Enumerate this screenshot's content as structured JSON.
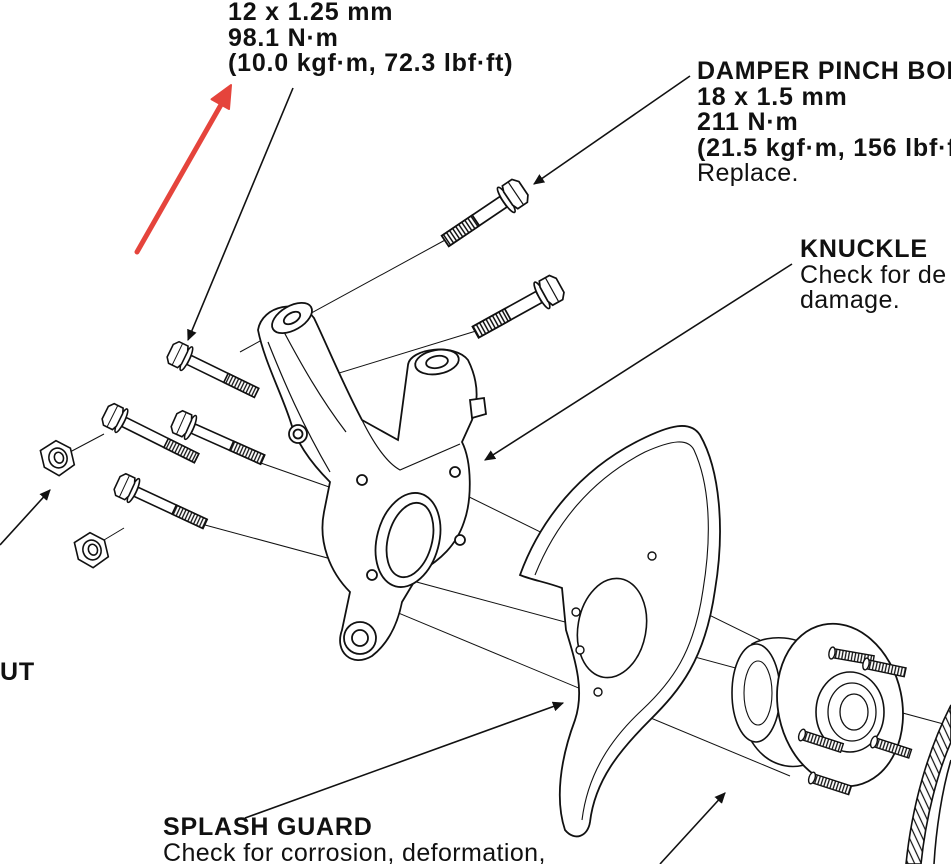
{
  "labels": {
    "top_bolt": {
      "size": "12 x 1.25 mm",
      "torque_nm": "98.1 N·m",
      "torque_alt": "(10.0 kgf·m, 72.3 lbf·ft)"
    },
    "damper_pinch_bolt": {
      "title": "DAMPER PINCH BOL",
      "size": "18 x 1.5 mm",
      "torque_nm": "211 N·m",
      "torque_alt": "(21.5 kgf·m, 156 lbf·f",
      "note": "Replace."
    },
    "knuckle": {
      "title": "KNUCKLE",
      "note_line1": "Check for de",
      "note_line2": "damage."
    },
    "nut": {
      "title": "UT"
    },
    "splash_guard": {
      "title": "SPLASH GUARD",
      "note": "Check for corrosion, deformation,"
    }
  },
  "colors": {
    "line": "#111111",
    "background": "#ffffff",
    "annotation_arrow": "#e5443c"
  }
}
